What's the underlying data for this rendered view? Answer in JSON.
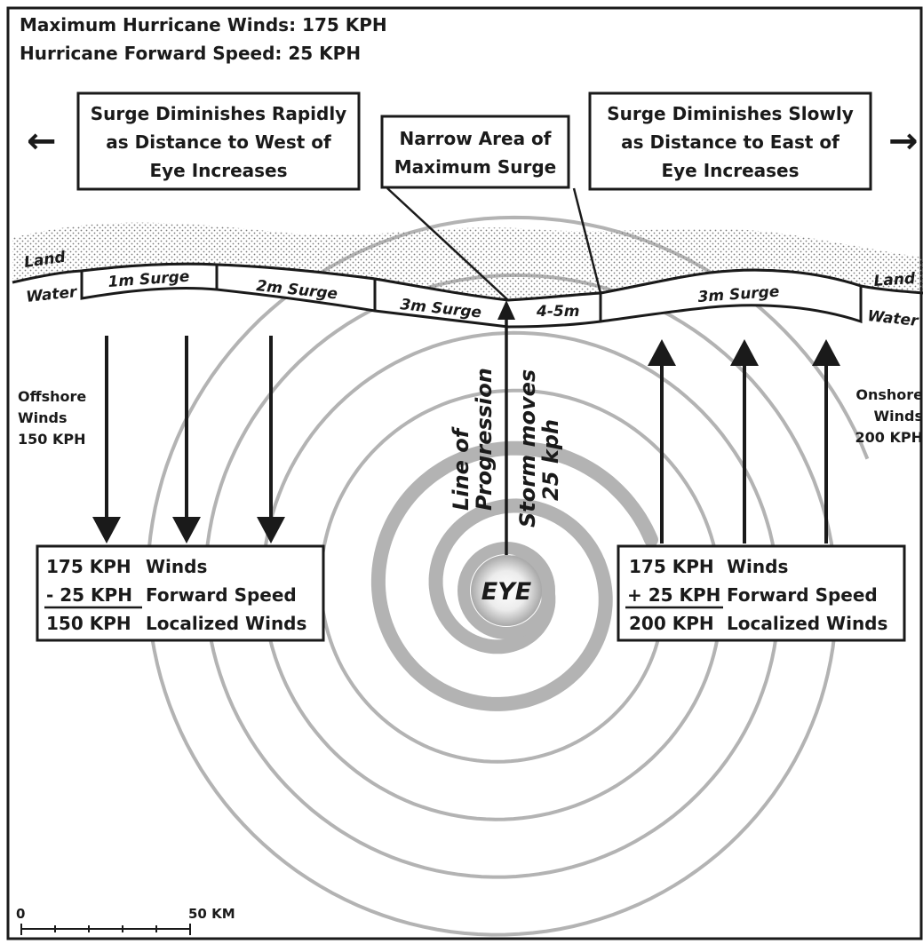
{
  "header": {
    "line1": "Maximum Hurricane Winds:  175 KPH",
    "line2": "Hurricane Forward Speed:  25 KPH"
  },
  "west_box": {
    "lines": [
      "Surge Diminishes Rapidly",
      "as Distance to West of",
      "Eye Increases"
    ]
  },
  "center_box": {
    "lines": [
      "Narrow Area of",
      "Maximum Surge"
    ]
  },
  "east_box": {
    "lines": [
      "Surge Diminishes Slowly",
      "as Distance to East of",
      "Eye Increases"
    ]
  },
  "arrows": {
    "west": "←",
    "east": "→"
  },
  "coast": {
    "land_left": "Land",
    "water_left": "Water",
    "land_right": "Land",
    "water_right": "Water",
    "surge_labels": [
      "1m Surge",
      "2m Surge",
      "3m Surge",
      "4-5m",
      "3m Surge"
    ]
  },
  "offshore": {
    "lines": [
      "Offshore",
      "Winds",
      "150 KPH"
    ]
  },
  "onshore": {
    "lines": [
      "Onshore",
      "Winds",
      "200 KPH"
    ]
  },
  "progression": {
    "line1": "Line of",
    "line2": "Progression",
    "line3": "Storm moves",
    "line4": "25 kph"
  },
  "eye_label": "EYE",
  "left_calc": {
    "rows": [
      {
        "value": "175 KPH",
        "label": "Winds"
      },
      {
        "value": "- 25 KPH",
        "label": "Forward Speed"
      },
      {
        "value": "150 KPH",
        "label": "Localized Winds"
      }
    ]
  },
  "right_calc": {
    "rows": [
      {
        "value": "175 KPH",
        "label": "Winds"
      },
      {
        "value": "+ 25 KPH",
        "label": "Forward Speed"
      },
      {
        "value": "200 KPH",
        "label": "Localized Winds"
      }
    ]
  },
  "scale_bar": {
    "start": "0",
    "end": "50 KM"
  },
  "colors": {
    "spiral": "#b3b3b3",
    "ink": "#1a1a1a",
    "land_dots": "#7a7a7a"
  }
}
